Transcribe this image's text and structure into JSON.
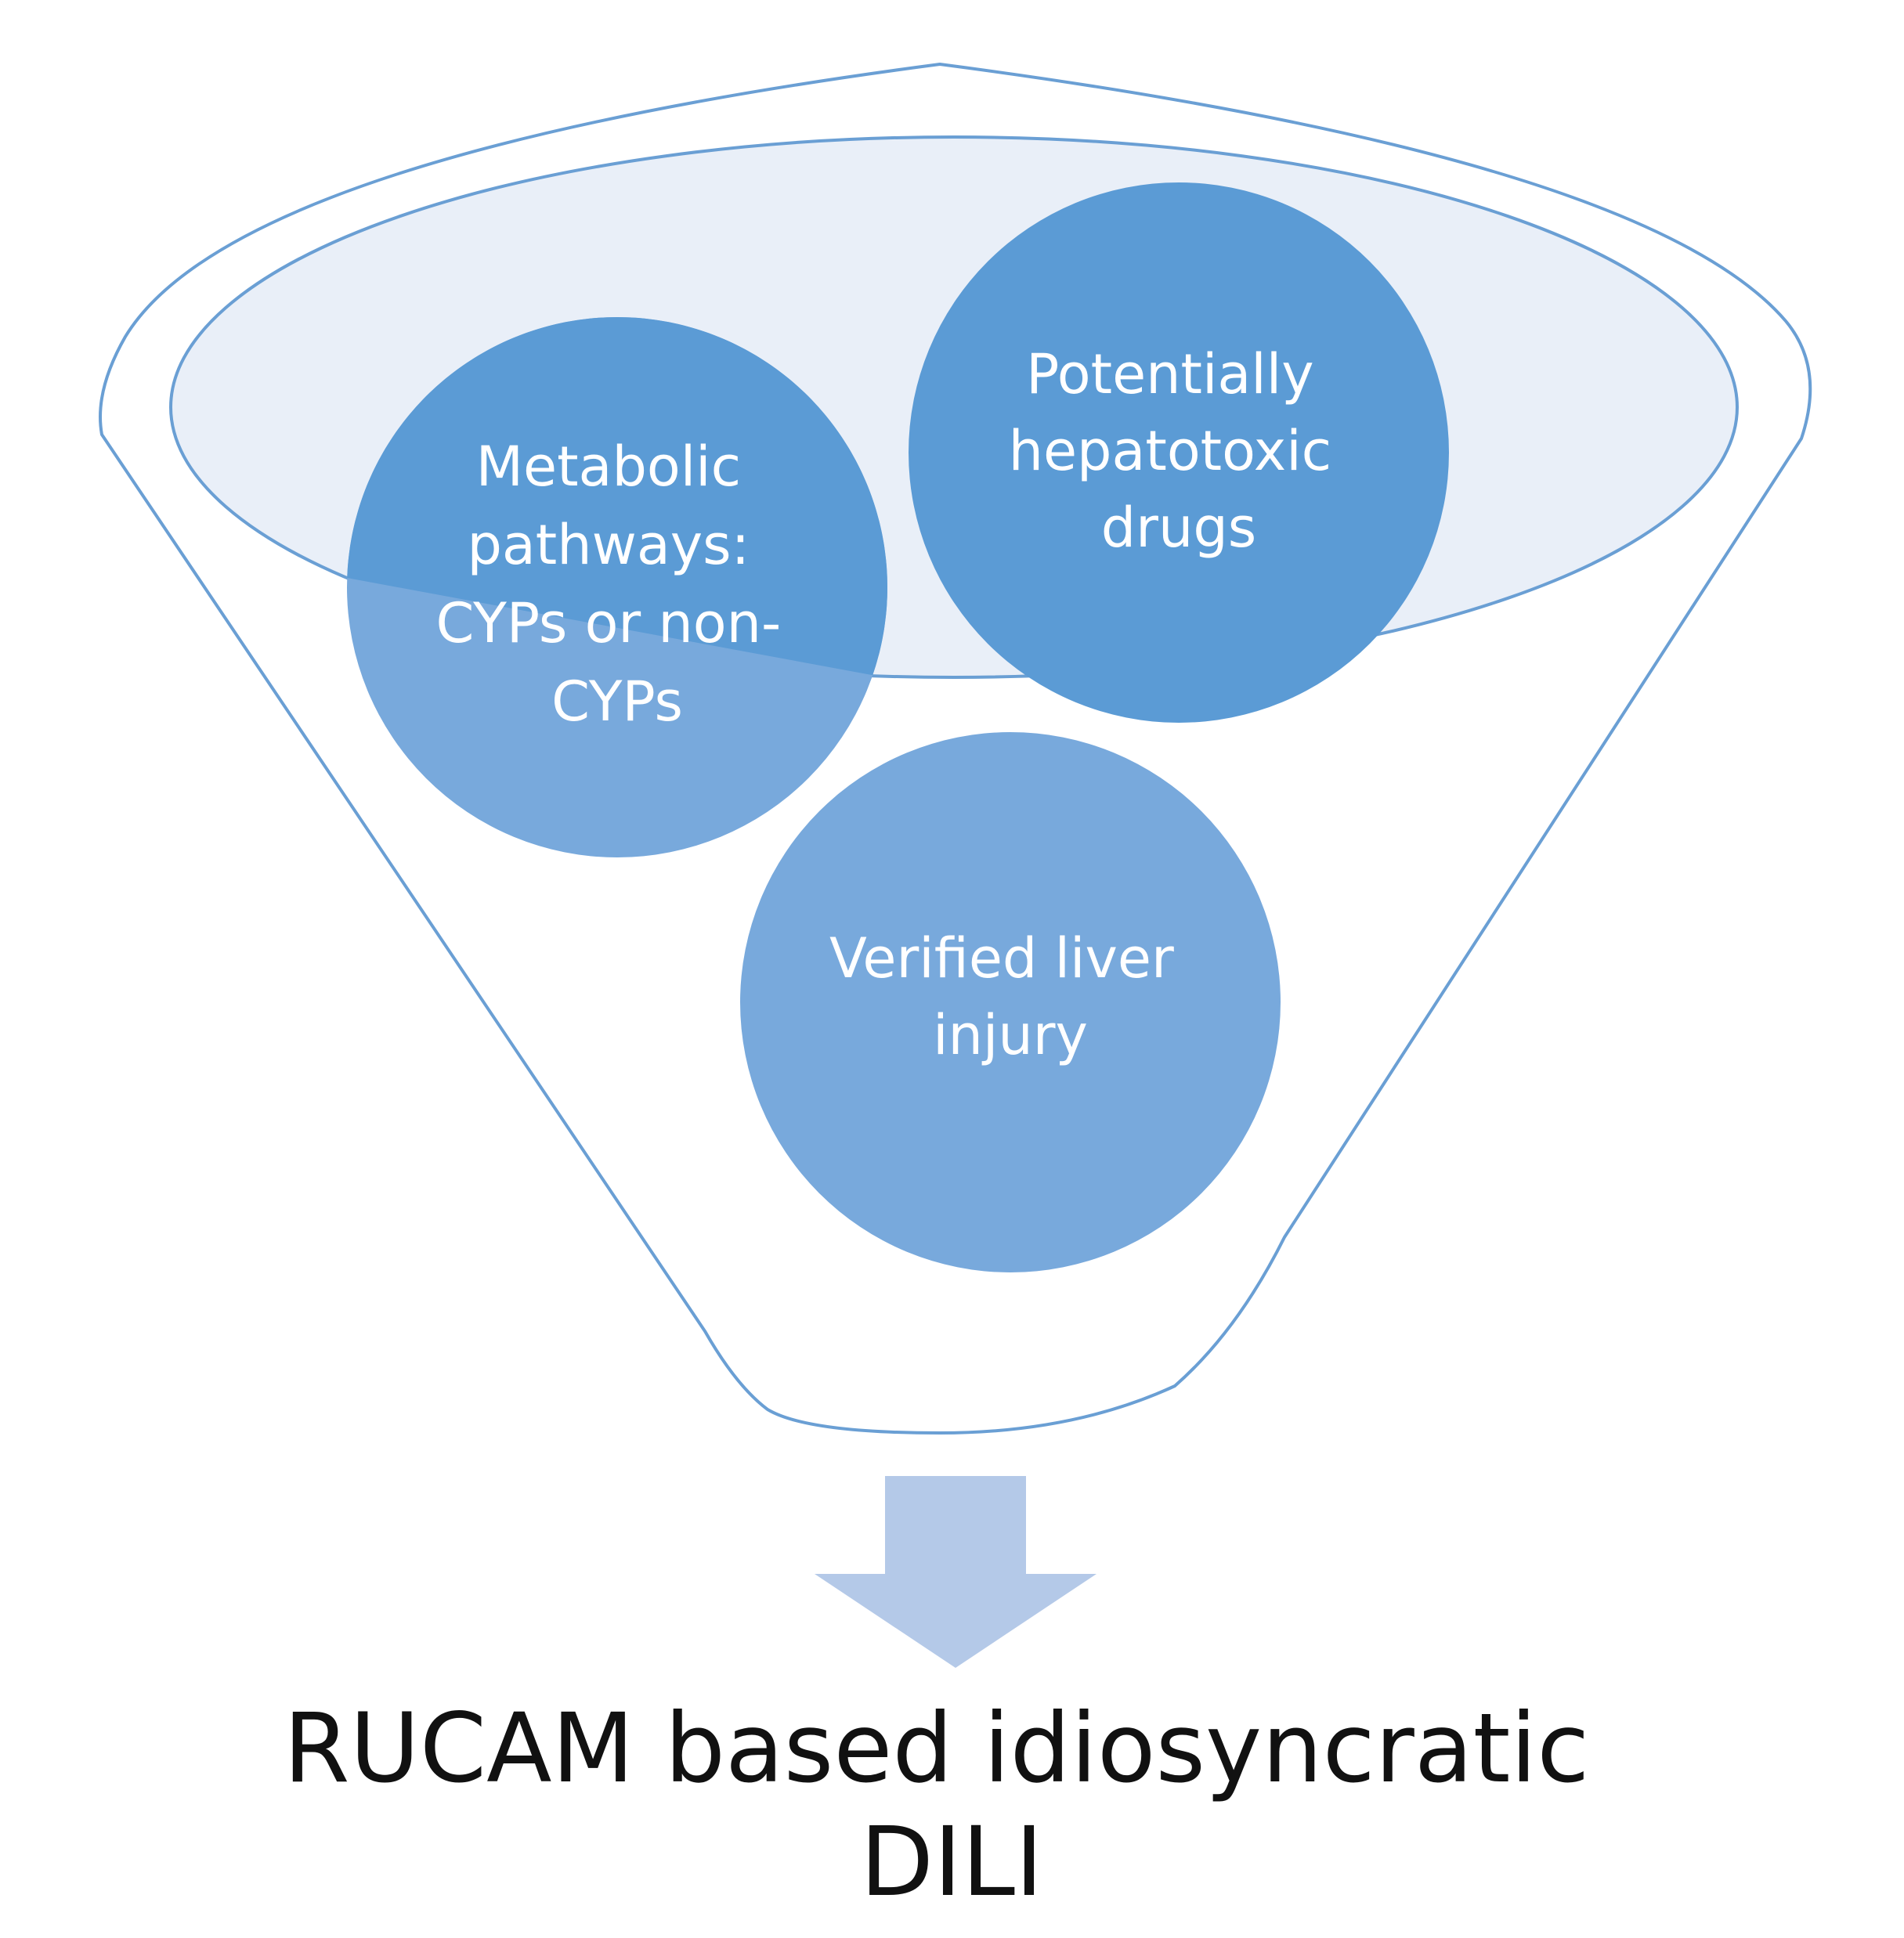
{
  "circles": [
    {
      "id": "metabolic",
      "lines": [
        "Metabolic",
        "pathways:",
        "CYPs or non-",
        "CYPs"
      ]
    },
    {
      "id": "hepatotoxic",
      "lines": [
        "Potentially",
        "hepatotoxic",
        "drugs"
      ]
    },
    {
      "id": "liver-injury",
      "lines": [
        "Verified liver",
        "injury"
      ]
    }
  ],
  "result": {
    "lines": [
      "RUCAM based idiosyncratic",
      "DILI"
    ]
  },
  "colors": {
    "outline": "#6a9fd4",
    "funnel_top_fill": "#e9eff8",
    "circle_dark": "#5b9bd5",
    "circle_light": "#78a9dc",
    "arrow": "#b4c9e8",
    "text_light": "#ffffff",
    "text_dark": "#111111"
  }
}
